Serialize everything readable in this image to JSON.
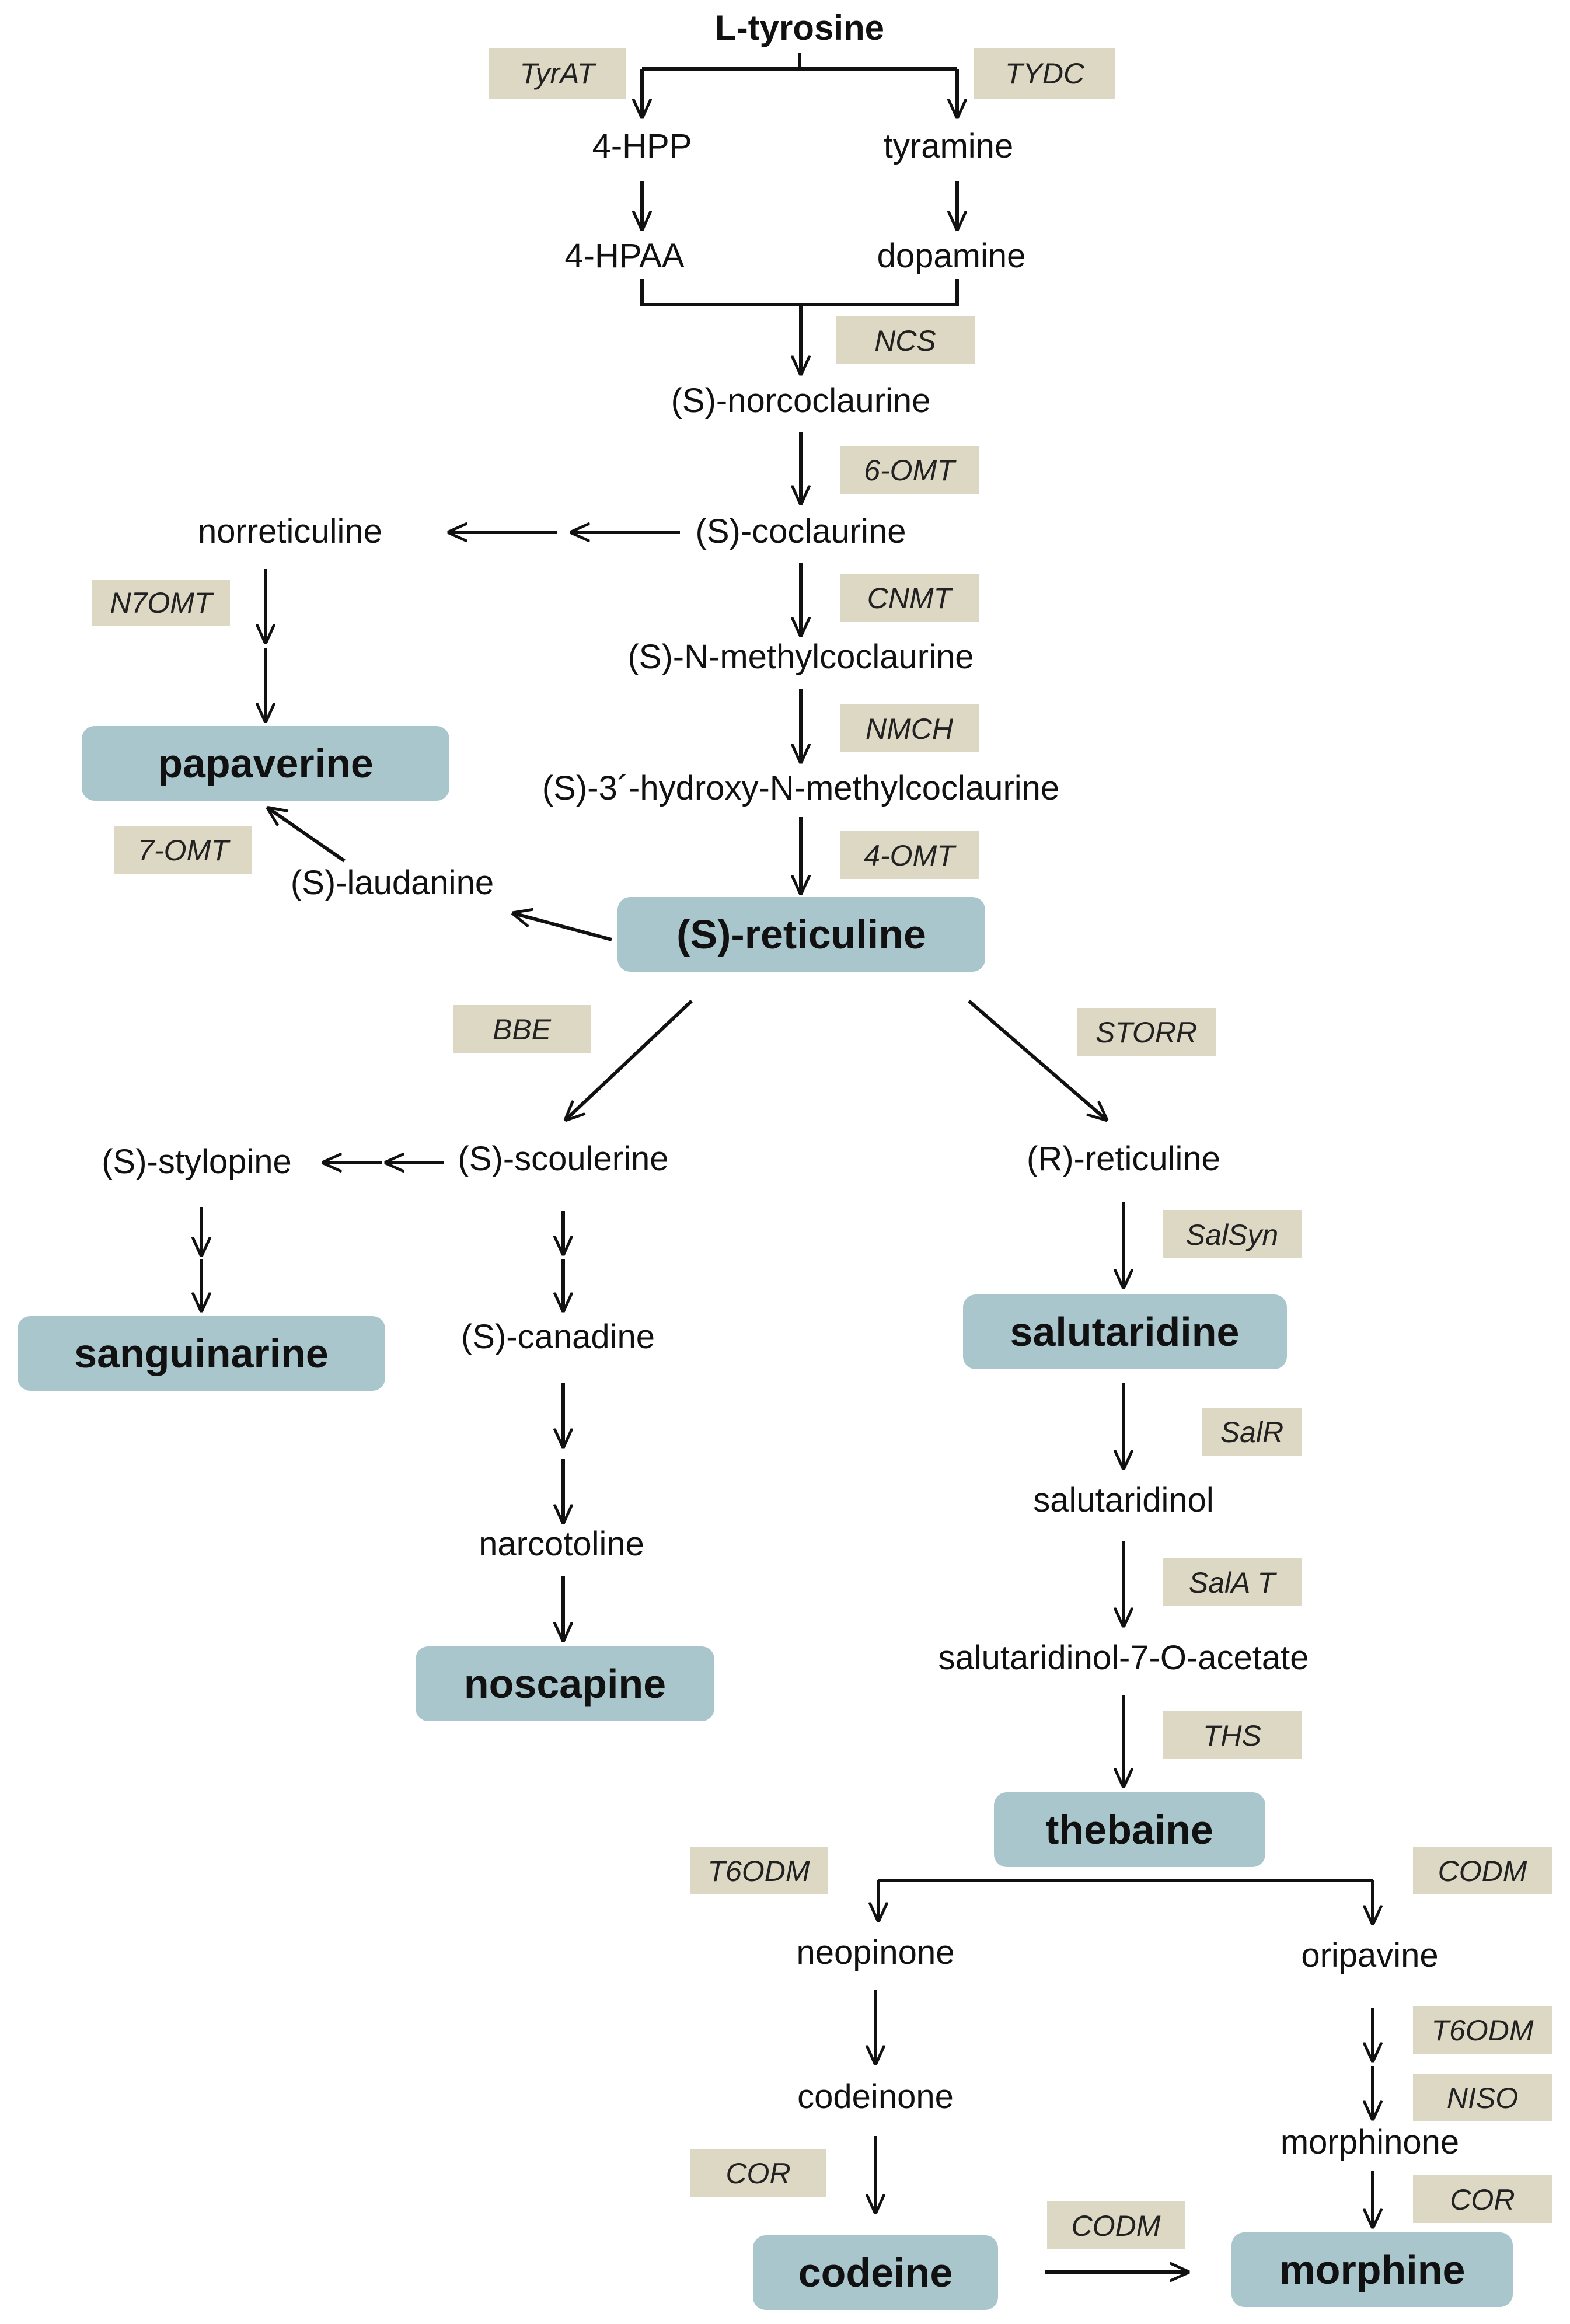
{
  "metabolites": {
    "l_tyrosine": "L-tyrosine",
    "hpp_4": "4-HPP",
    "tyramine": "tyramine",
    "hpaa_4": "4-HPAA",
    "dopamine": "dopamine",
    "norcoclaurine": "(S)-norcoclaurine",
    "coclaurine": "(S)-coclaurine",
    "norreticuline": "norreticuline",
    "n_methylcoclaurine": "(S)-N-methylcoclaurine",
    "hydroxy_n_methylcoclaurine": "(S)-3´-hydroxy-N-methylcoclaurine",
    "laudanine": "(S)-laudanine",
    "r_reticuline": "(R)-reticuline",
    "scoulerine": "(S)-scoulerine",
    "stylopine": "(S)-stylopine",
    "canadine": "(S)-canadine",
    "narcotoline": "narcotoline",
    "salutaridinol": "salutaridinol",
    "salutaridinol_acetate": "salutaridinol-7-O-acetate",
    "neopinone": "neopinone",
    "oripavine": "oripavine",
    "codeinone": "codeinone",
    "morphinone": "morphinone"
  },
  "products": {
    "papaverine": "papaverine",
    "s_reticuline": "(S)-reticuline",
    "sanguinarine": "sanguinarine",
    "salutaridine": "salutaridine",
    "noscapine": "noscapine",
    "thebaine": "thebaine",
    "codeine": "codeine",
    "morphine": "morphine"
  },
  "enzymes": {
    "tyrat": "TyrAT",
    "tydc": "TYDC",
    "ncs": "NCS",
    "omt6": "6-OMT",
    "n7omt": "N7OMT",
    "cnmt": "CNMT",
    "nmch": "NMCH",
    "omt7": "7-OMT",
    "omt4": "4-OMT",
    "bbe": "BBE",
    "storr": "STORR",
    "salsyn": "SalSyn",
    "salr": "SalR",
    "salat": "SalA T",
    "ths": "THS",
    "t6odm_left": "T6ODM",
    "codm_right": "CODM",
    "t6odm_right": "T6ODM",
    "niso": "NISO",
    "cor_left": "COR",
    "cor_right": "COR",
    "codm_bottom": "CODM"
  },
  "colors": {
    "product_box": "#a9c6cc",
    "enzyme_box": "#ddd8c3",
    "arrow": "#111111"
  }
}
